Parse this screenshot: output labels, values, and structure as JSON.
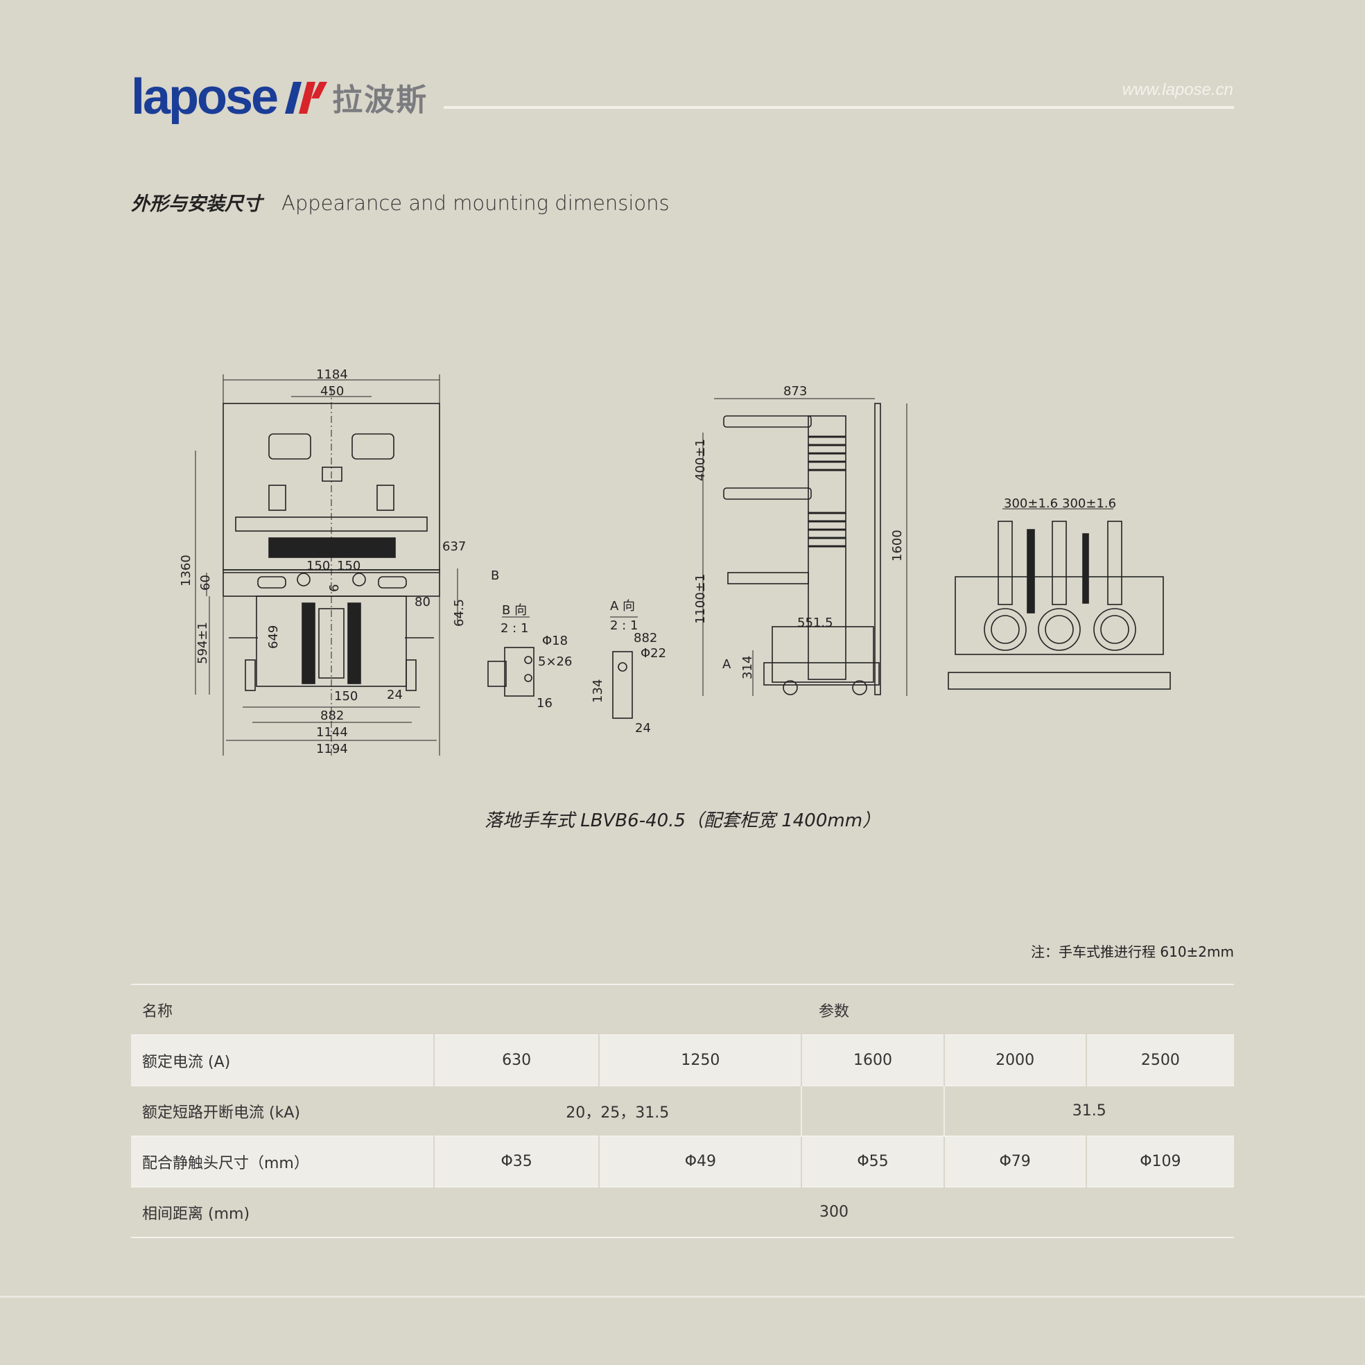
{
  "header": {
    "logo_en": "lapose",
    "logo_cn": "拉波斯",
    "website": "www.lapose.cn"
  },
  "section": {
    "title_cn": "外形与安装尺寸",
    "title_en": "Appearance and mounting dimensions"
  },
  "drawing": {
    "front_dims": [
      "1184",
      "450",
      "1360",
      "60",
      "594±1",
      "649",
      "150",
      "150",
      "6",
      "637",
      "64.5",
      "80",
      "150",
      "24",
      "882",
      "1144",
      "1194",
      "B"
    ],
    "view_b": {
      "label": "B 向",
      "scale": "2 : 1",
      "dims": [
        "Φ18",
        "5×26",
        "16"
      ]
    },
    "view_a": {
      "label": "A 向",
      "scale": "2 : 1",
      "dims": [
        "882",
        "Φ22",
        "134",
        "24"
      ]
    },
    "side_dims": [
      "873",
      "400±1",
      "1100±1",
      "1600",
      "551.5",
      "A",
      "314"
    ],
    "rear_dims": [
      "300±1.6",
      "300±1.6"
    ]
  },
  "caption": "落地手车式 LBVB6-40.5（配套柜宽 1400mm）",
  "note": "注：手车式推进行程 610±2mm",
  "table": {
    "header": {
      "name": "名称",
      "params": "参数"
    },
    "rated_current": {
      "name": "额定电流 (A)",
      "values": [
        "630",
        "1250",
        "1600",
        "2000",
        "2500"
      ]
    },
    "breaking_current": {
      "name": "额定短路开断电流 (kA)",
      "left": "20，25，31.5",
      "right": "31.5"
    },
    "contact_size": {
      "name": "配合静触头尺寸（mm）",
      "values": [
        "Φ35",
        "Φ49",
        "Φ55",
        "Φ79",
        "Φ109"
      ]
    },
    "phase_distance": {
      "name": "相间距离 (mm)",
      "value": "300"
    }
  },
  "colors": {
    "background": "#d9d6ca",
    "brand_blue": "#1a3d97",
    "brand_red": "#d8232a",
    "logo_gray": "#7b7c80"
  }
}
